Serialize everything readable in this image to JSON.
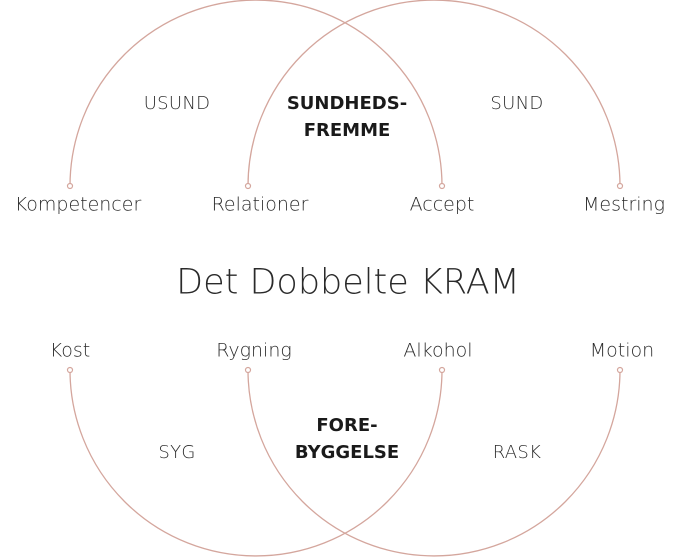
{
  "title": "Det Dobbelte KRAM",
  "top": {
    "zones": {
      "left": "USUND",
      "middle_line1": "SUNDHEDS-",
      "middle_line2": "FREMME",
      "right": "SUND"
    },
    "points": [
      "Kompetencer",
      "Relationer",
      "Accept",
      "Mestring"
    ]
  },
  "bottom": {
    "points": [
      "Kost",
      "Rygning",
      "Alkohol",
      "Motion"
    ],
    "zones": {
      "left": "SYG",
      "middle_line1": "FORE-",
      "middle_line2": "BYGGELSE",
      "right": "RASK"
    }
  },
  "colors": {
    "arc": "#d4a69d",
    "text": "#2b2b2b"
  }
}
